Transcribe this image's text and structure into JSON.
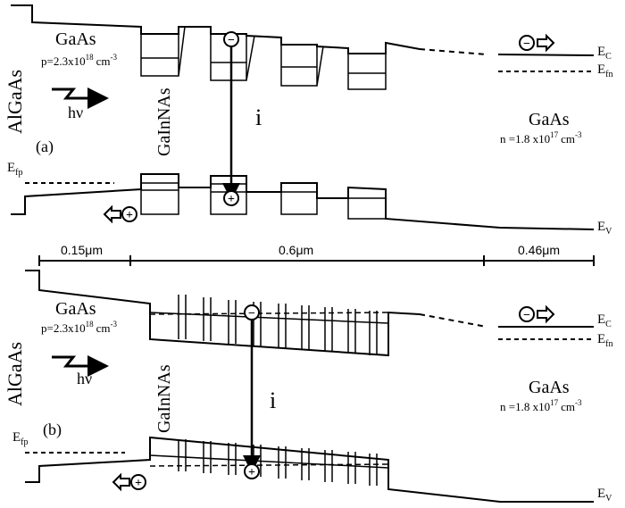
{
  "panel_a": {
    "tag": "(a)",
    "algaas": "AlGaAs",
    "gaas_p": "GaAs",
    "p_conc": "p=2.3x10",
    "p_exp": "18",
    "p_unit": "cm",
    "p_unit_exp": "-3",
    "hv": "hν",
    "galnnas": "GaInNAs",
    "i_label": "i",
    "gaas_n": "GaAs",
    "n_conc": "n =1.8 x10",
    "n_exp": "17",
    "n_unit": "cm",
    "n_unit_exp": "-3",
    "ec": "E",
    "ec_sub": "C",
    "efn": "E",
    "efn_sub": "fn",
    "efp": "E",
    "efp_sub": "fp",
    "ev": "E",
    "ev_sub": "V",
    "electron": "−",
    "hole": "+"
  },
  "dimensions": {
    "d1": "0.15μm",
    "d2": "0.6μm",
    "d3": "0.46μm"
  },
  "panel_b": {
    "tag": "(b)",
    "algaas": "AlGaAs",
    "gaas_p": "GaAs",
    "p_conc": "p=2.3x10",
    "p_exp": "18",
    "p_unit": "cm",
    "p_unit_exp": "-3",
    "hv": "hν",
    "galnnas": "GaInNAs",
    "i_label": "i",
    "gaas_n": "GaAs",
    "n_conc": "n =1.8 x10",
    "n_exp": "17",
    "n_unit": "cm",
    "n_unit_exp": "-3",
    "ec": "E",
    "ec_sub": "C",
    "efn": "E",
    "efn_sub": "fn",
    "efp": "E",
    "efp_sub": "fp",
    "ev": "E",
    "ev_sub": "V",
    "electron": "−",
    "hole": "+"
  }
}
